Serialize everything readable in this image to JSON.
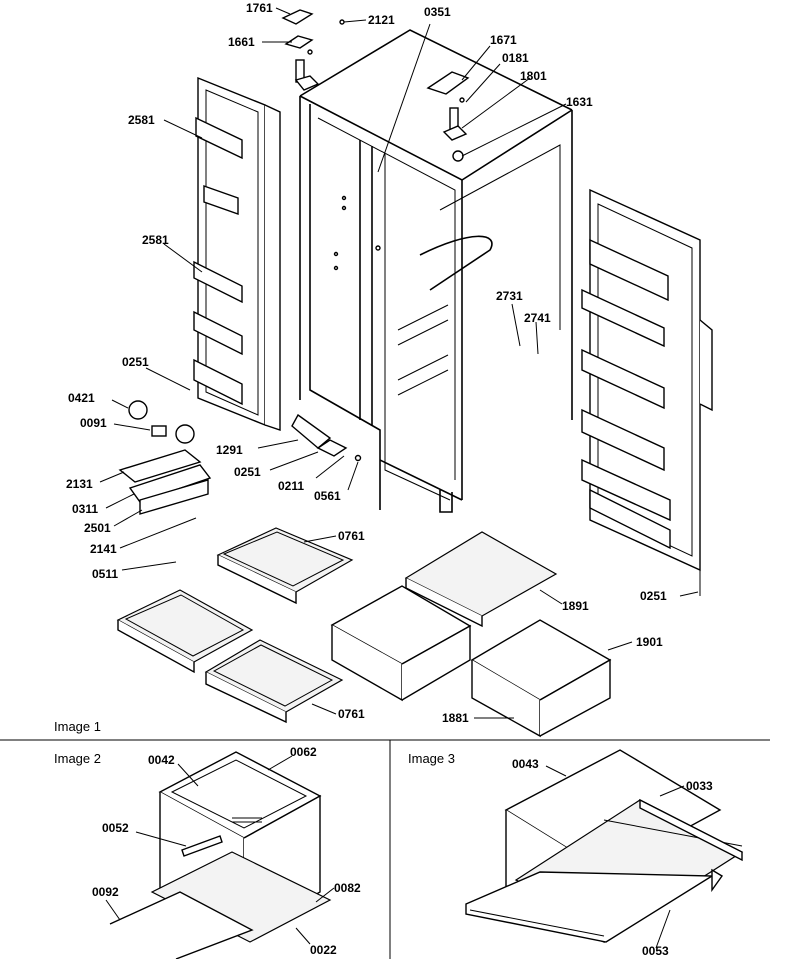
{
  "panels": [
    {
      "id": "image1",
      "caption": "Image 1"
    },
    {
      "id": "image2",
      "caption": "Image 2"
    },
    {
      "id": "image3",
      "caption": "Image 3"
    }
  ],
  "parts": {
    "p1761": "1761",
    "p2121": "2121",
    "p0351": "0351",
    "p1671": "1671",
    "p0181": "0181",
    "p1801": "1801",
    "p1661": "1661",
    "p1631": "1631",
    "p2581a": "2581",
    "p2581b": "2581",
    "p2731": "2731",
    "p2741": "2741",
    "p0251a": "0251",
    "p0421": "0421",
    "p0091": "0091",
    "p1291": "1291",
    "p0251b": "0251",
    "p0211": "0211",
    "p0561": "0561",
    "p2131": "2131",
    "p0311": "0311",
    "p2501": "2501",
    "p2141": "2141",
    "p0511": "0511",
    "p0761a": "0761",
    "p0761b": "0761",
    "p1891": "1891",
    "p0251c": "0251",
    "p1901": "1901",
    "p1881": "1881",
    "p0042": "0042",
    "p0062": "0062",
    "p0052": "0052",
    "p0082": "0082",
    "p0092": "0092",
    "p0022": "0022",
    "p0043": "0043",
    "p0033": "0033",
    "p0053": "0053"
  }
}
